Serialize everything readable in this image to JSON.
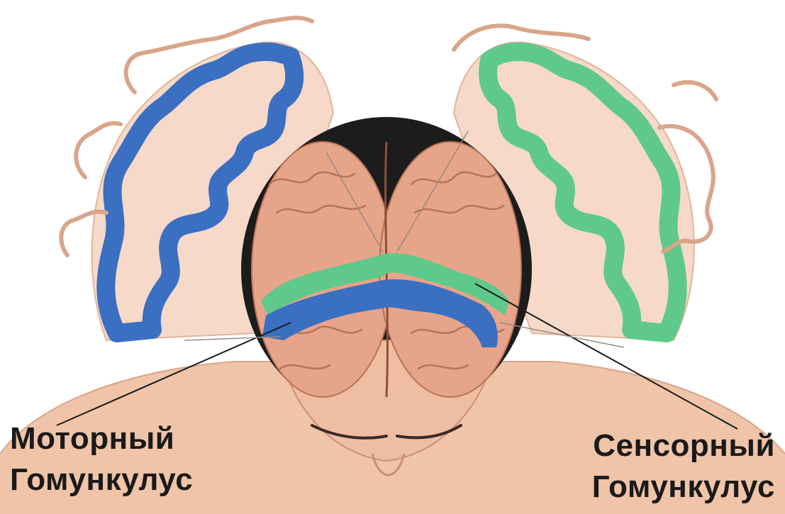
{
  "labels": {
    "motor": {
      "line1": "Моторный",
      "line2": "Гомункулус"
    },
    "sensory": {
      "line1": "Сенсорный",
      "line2": "Гомункулус"
    }
  },
  "colors": {
    "motor_cortex": "#3a6fc2",
    "sensory_cortex": "#5ec98a",
    "skin": "#f2c3a8",
    "brain": "#e6a48a",
    "hair": "#1c1c1c",
    "label_text": "#1a1a1a"
  }
}
